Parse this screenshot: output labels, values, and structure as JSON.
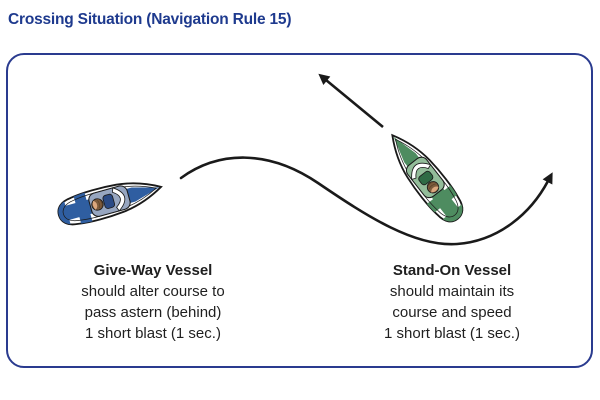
{
  "title": "Crossing Situation (Navigation Rule 15)",
  "vessels": {
    "give_way": {
      "title": "Give-Way Vessel",
      "line1": "should alter course to",
      "line2": "pass astern (behind)",
      "line3": "1 short blast (1 sec.)",
      "boat_color": "#2f5ea1"
    },
    "stand_on": {
      "title": "Stand-On Vessel",
      "line1": "should maintain its",
      "line2": "course and speed",
      "line3": "1 short blast (1 sec.)",
      "boat_color": "#4e8c60"
    }
  },
  "colors": {
    "title_text": "#1e3a8e",
    "frame_border": "#2a3b8f",
    "arrows": "#1a1a1a",
    "caption_text": "#1f1f1f",
    "background": "#ffffff"
  },
  "icons": {
    "give_way_boat": "blue-motorboat-top-view",
    "stand_on_boat": "green-motorboat-top-view",
    "give_way_arrow": "curved-alter-course-arrow",
    "stand_on_arrow": "straight-maintain-course-arrow"
  }
}
